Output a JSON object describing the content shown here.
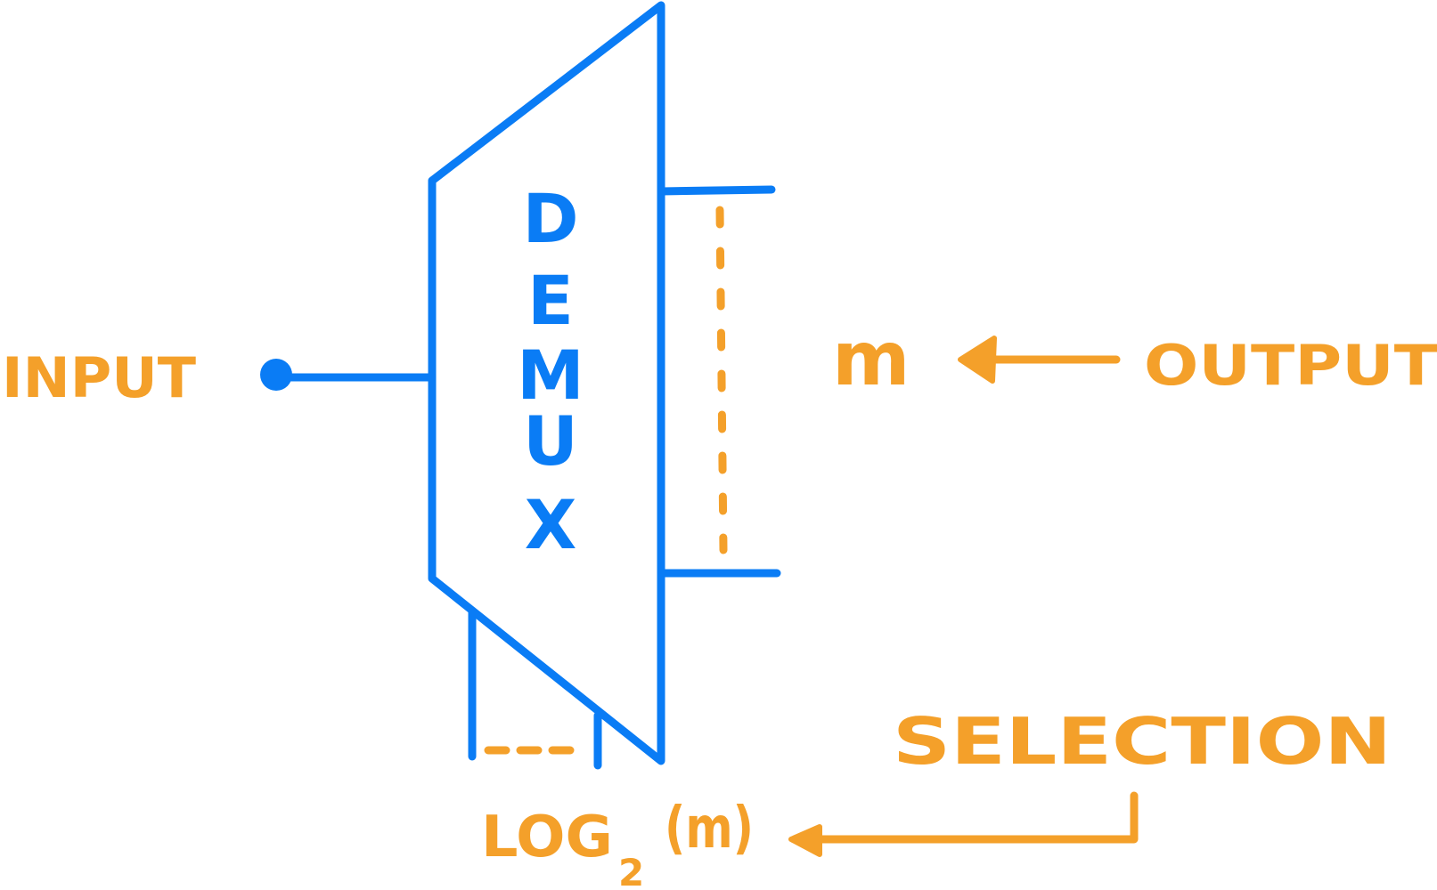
{
  "colors": {
    "device": "#0A7CF5",
    "annotation": "#F4A02A"
  },
  "device": {
    "letters": [
      "D",
      "E",
      "M",
      "U",
      "X"
    ]
  },
  "labels": {
    "input": "INPUT",
    "output": "OUTPUT",
    "output_count": "m",
    "selection": "SELECTION",
    "select_count_prefix": "LOG",
    "select_count_subscript": "2",
    "select_count_arg": "(m)"
  }
}
